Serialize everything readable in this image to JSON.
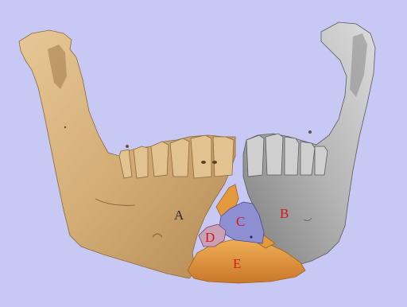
{
  "labels": {
    "a": "A",
    "b": "B",
    "c": "C",
    "d": "D",
    "e": "E"
  },
  "colors": {
    "background": "#c8c8f4",
    "segment_a": "#d9b684",
    "segment_b": "#b4b4b4",
    "segment_c": "#8e8ed2",
    "segment_d": "#c9a0b6",
    "segment_e": "#e39a3c",
    "label_a": "#2a2a2a",
    "label_bcde": "#d61818"
  }
}
